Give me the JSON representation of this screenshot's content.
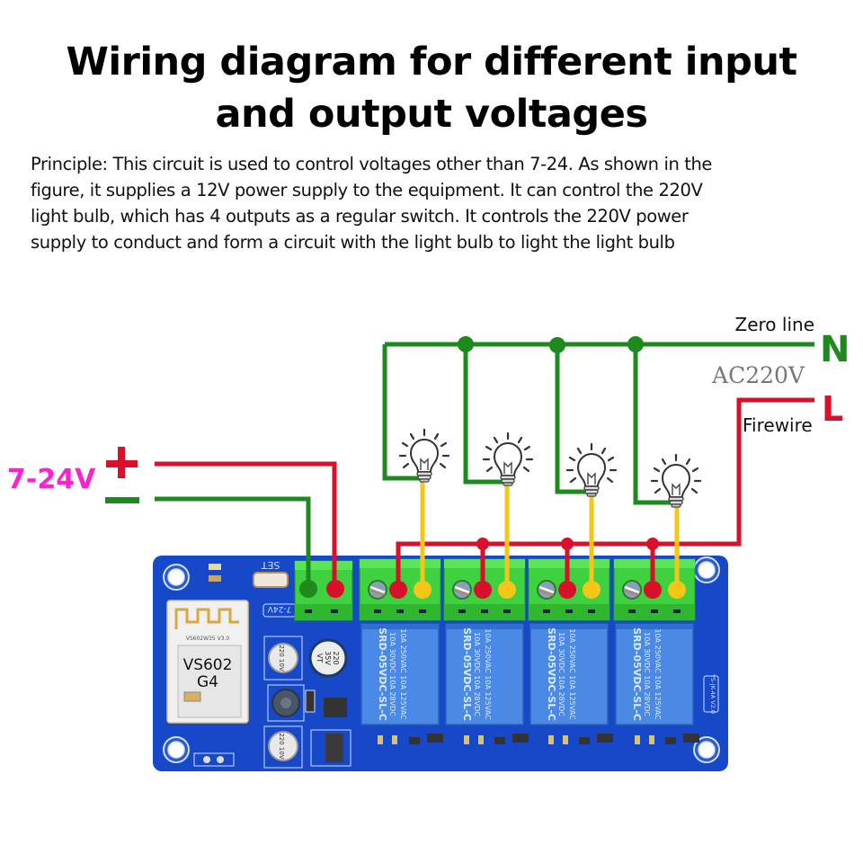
{
  "title": {
    "line1": "Wiring diagram for different input",
    "line2": "and output voltages"
  },
  "principle": {
    "lines": [
      "Principle: This circuit is used to control voltages other than 7-24. As shown in the",
      "figure, it supplies a 12V power supply to the equipment. It can control the 220V",
      "light bulb, which has 4 outputs as a regular switch. It controls the 220V power",
      "supply to conduct and form a circuit with the light bulb to light the light bulb"
    ]
  },
  "labels": {
    "zero_line": "Zero line",
    "neutral": "N",
    "ac_voltage": "AC220V",
    "live": "L",
    "firewire": "Firewire",
    "input_voltage": "7-24V",
    "plus": "+",
    "minus": "—"
  },
  "board": {
    "module_top": "VS602W35 V3.0",
    "module_name_1": "VS602",
    "module_name_2": "G4",
    "set_label": "SET",
    "input_silk": "7-24V",
    "board_version": "YS-JK-4A V2.0",
    "cap_large": [
      "220",
      "35V",
      "VT"
    ],
    "cap_small": "220 10V",
    "relay_lines": [
      "SRD-05VDC-SL-C",
      "10A 30VDC 10A 28VDC",
      "10A 250VAC 10A 125VAC"
    ],
    "relay_count": 4
  },
  "colors": {
    "neutral_wire": "#1e8a1e",
    "live_wire": "#d9102a",
    "load_wire": "#f5c518",
    "input_label": "#ff22cc",
    "pcb": "#1748c8",
    "terminal": "#3fd13f",
    "relay": "#4a8ae6"
  }
}
